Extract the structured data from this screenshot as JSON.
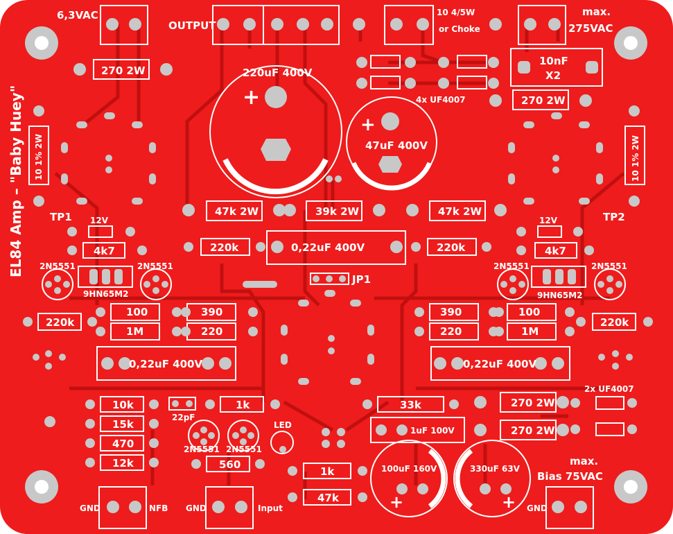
{
  "board": {
    "title": "EL84 Amp – \"Baby Huey\"",
    "colors": {
      "board": "#ee1c1c",
      "trace": "#c10f0f",
      "pad": "#c8c8c8",
      "silk": "#ffffff",
      "ring": "#d2b48c"
    }
  },
  "connectors": {
    "heater": "6,3VAC",
    "output": "OUTPUT",
    "choke": "10 4/5W",
    "choke2": "or Choke",
    "mains_max": "max.",
    "mains": "275VAC",
    "gnd_nfb": "GND",
    "nfb": "NFB",
    "gnd_input": "GND",
    "input": "Input",
    "bias_max": "max.",
    "bias": "Bias 75VAC",
    "gnd_bias": "GND"
  },
  "labels": {
    "tp1": "TP1",
    "tp2": "TP2",
    "jp1": "JP1",
    "led": "LED",
    "x2": "X2",
    "uf4007_4x": "4x UF4007",
    "uf4007_2x": "2x UF4007",
    "plus": "+"
  },
  "components": {
    "r_270_top": "270 2W",
    "r_270_right": "270 2W",
    "r_10_left": "10 1% 2W",
    "r_10_right": "10 1% 2W",
    "c_10nf": "10nF",
    "cap_220": "220uF 400V",
    "cap_47": "47uF 400V",
    "r_47k_l": "47k 2W",
    "r_39k": "39k 2W",
    "r_47k_r": "47k 2W",
    "zener_l": "12V",
    "zener_r": "12V",
    "r_4k7_l": "4k7",
    "r_4k7_r": "4k7",
    "r_220k_top_l": "220k",
    "c_022_mid": "0,22uF 400V",
    "r_220k_top_r": "220k",
    "q_l1": "2N5551",
    "q_l2": "2N5551",
    "q_r1": "2N5551",
    "q_r2": "2N5551",
    "trim_l": "9HN65M2",
    "trim_r": "9HN65M2",
    "r_100_l": "100",
    "r_390_l": "390",
    "r_220k_l": "220k",
    "r_1m_l": "1M",
    "r_220_l": "220",
    "r_390_r": "390",
    "r_100_r": "100",
    "r_220_r": "220",
    "r_1m_r": "1M",
    "r_220k_r": "220k",
    "c_022_l": "0,22uF 400V",
    "c_022_r": "0,22uF 400V",
    "r_10k": "10k",
    "r_15k": "15k",
    "r_470": "470",
    "r_12k": "12k",
    "c_22pf": "22pF",
    "r_1k_mid": "1k",
    "q_b1": "2N5551",
    "q_b2": "2N5551",
    "r_560": "560",
    "r_33k": "33k",
    "r_270_b1": "270 2W",
    "r_270_b2": "270 2W",
    "c_1uf": "1uF 100V",
    "r_1k_b": "1k",
    "r_47k_b": "47k",
    "cap_100": "100uF 160V",
    "cap_330": "330uF 63V"
  }
}
